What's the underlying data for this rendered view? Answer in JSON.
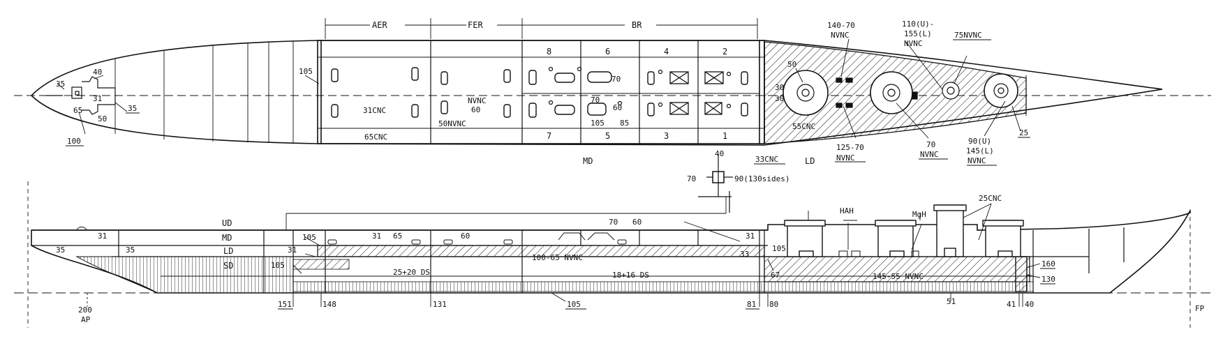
{
  "plan_view": {
    "compartments": {
      "aer": "AER",
      "fer": "FER",
      "br": "BR"
    },
    "boiler_rooms_upper": [
      "8",
      "6",
      "4",
      "2"
    ],
    "boiler_rooms_lower": [
      "7",
      "5",
      "3",
      "1"
    ],
    "labels": {
      "aft_40": "40",
      "aft_35a": "35",
      "aft_31": "31",
      "aft_35b": "35",
      "aft_65": "65",
      "aft_50": "50",
      "aft_100": "100",
      "bulk_105": "105",
      "cnc_31": "31CNC",
      "cnc_65": "65CNC",
      "nvnc_mid": "NVNC",
      "num_60": "60",
      "nvnc_50": "50NVNC",
      "br_70a": "70",
      "br_70b": "70",
      "br_60": "60",
      "br_105": "105",
      "br_85": "85",
      "md": "MD",
      "cnc_33": "33CNC",
      "ld": "LD",
      "cnc_55": "55CNC",
      "fwd_50": "50",
      "fwd_30a": "30",
      "fwd_30b": "30",
      "nvnc_140_70_a": "140-70",
      "nvnc_140_70_b": "NVNC",
      "nvnc_110_a": "110(U)-",
      "nvnc_110_b": "155(L)",
      "nvnc_110_c": "NVNC",
      "nvnc_75": "75NVNC",
      "nvnc_125_a": "125-70",
      "nvnc_125_b": "NVNC",
      "nvnc_70_a": "70",
      "nvnc_70_b": "NVNC",
      "nvnc_90_a": "90(U)",
      "nvnc_90_b": "145(L)",
      "nvnc_90_c": "NVNC",
      "fwd_25": "25"
    }
  },
  "section_detail": {
    "top": "40",
    "left": "70",
    "right": "90(130sides)"
  },
  "profile_view": {
    "decks": {
      "ud": "UD",
      "md": "MD",
      "ld": "LD",
      "sd": "SD"
    },
    "labels": {
      "p35a": "35",
      "p31a": "31",
      "p35b": "35",
      "p105a": "105",
      "p31b": "31",
      "p105b": "105",
      "p31c": "31",
      "p65": "65",
      "p60a": "60",
      "p70": "70",
      "p60b": "60",
      "nvnc_100_65": "100-65 NVNC",
      "ds_25_20": "25+20 DS",
      "ds_18_16": "18+16 DS",
      "p31d": "31",
      "p33": "33",
      "p105c": "105",
      "p67": "67",
      "hah": "HAH",
      "mgh": "MgH",
      "cnc_25": "25CNC",
      "nvnc_145_55": "145-55 NVNC",
      "p160": "160",
      "p130": "130"
    },
    "frames": {
      "f200": "200",
      "ap": "AP",
      "f151": "151",
      "f148": "148",
      "f131": "131",
      "f105": "105",
      "f81": "81",
      "f80": "80",
      "f51": "51",
      "f41": "41",
      "f40": "40",
      "fp": "FP"
    }
  }
}
